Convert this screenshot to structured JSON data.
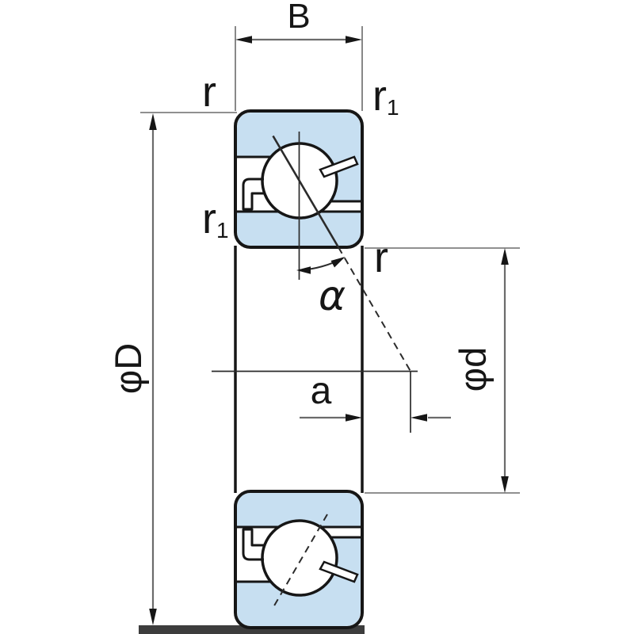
{
  "labels": {
    "width": "B",
    "outer_diameter": "φD",
    "bore_diameter": "φd",
    "contact_angle": "α",
    "load_center_distance": "a",
    "fillet_top_left": "r",
    "fillet_mid_right": "r",
    "fillet_top_right": {
      "base": "r",
      "sub": "1"
    },
    "fillet_mid_left": {
      "base": "r",
      "sub": "1"
    }
  },
  "colors": {
    "ring_fill": "#c7dff1",
    "outline": "#161616",
    "dim_line": "#6b6b6b",
    "thin_line": "#2b2b2b",
    "ground_bar": "#3d3d3d",
    "background": "#ffffff"
  }
}
